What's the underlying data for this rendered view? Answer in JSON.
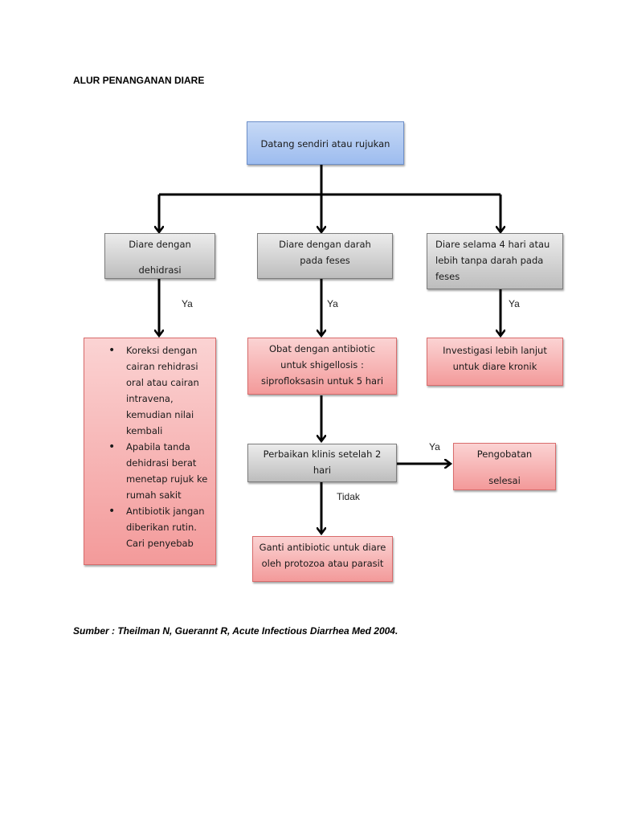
{
  "title": "ALUR PENANGANAN DIARE",
  "nodes": {
    "start": "Datang sendiri atau rujukan",
    "dehydration": {
      "line1": "Diare dengan",
      "line2": "dehidrasi"
    },
    "bloody_stool": "Diare dengan darah pada feses",
    "chronic": "Diare selama 4 hari atau lebih tanpa darah pada feses",
    "dehydration_actions": [
      "Koreksi dengan cairan rehidrasi oral atau cairan intravena, kemudian nilai kembali",
      "Apabila tanda dehidrasi berat menetap rujuk ke rumah sakit",
      "Antibiotik jangan diberikan rutin. Cari penyebab"
    ],
    "antibiotic": "Obat dengan antibiotic untuk shigellosis : siprofloksasin untuk 5 hari",
    "investigate": "Investigasi lebih lanjut untuk diare kronik",
    "clinical_check": "Perbaikan klinis setelah  2 hari",
    "treatment_done": {
      "line1": "Pengobatan",
      "line2": "selesai"
    },
    "change_antibiotic": "Ganti antibiotic untuk diare oleh protozoa atau parasit"
  },
  "edge_labels": {
    "yes_dehydration": "Ya",
    "yes_bloody": "Ya",
    "yes_chronic": "Ya",
    "yes_improved": "Ya",
    "no_improved": "Tidak"
  },
  "source": "Sumber : Theilman N, Guerannt R, Acute Infectious Diarrhea Med 2004.",
  "colors": {
    "start_box": "#aec8f2",
    "condition_box": "#cfcfcf",
    "action_box": "#f6b3b3",
    "arrow": "#000000"
  }
}
